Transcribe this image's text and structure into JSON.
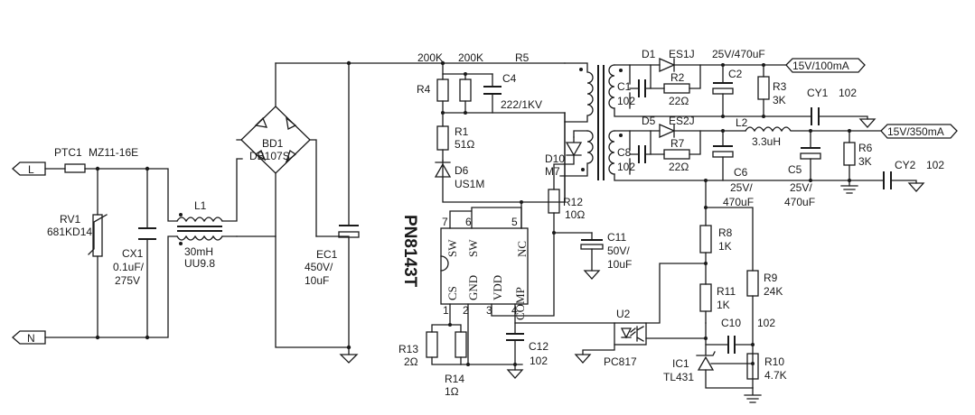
{
  "ptc": {
    "ref": "PTC1",
    "value": "MZ11-16E"
  },
  "terminals": {
    "line": "L",
    "neutral": "N"
  },
  "rv1": {
    "ref": "RV1",
    "value": "681KD14"
  },
  "cx1": {
    "ref": "CX1",
    "value1": "0.1uF/",
    "value2": "275V"
  },
  "l1": {
    "ref": "L1",
    "value1": "30mH",
    "value2": "UU9.8"
  },
  "bd1": {
    "ref": "BD1",
    "value": "DB107S"
  },
  "ec1": {
    "ref": "EC1",
    "value1": "450V/",
    "value2": "10uF"
  },
  "r4": {
    "ref": "R4",
    "value": "200K"
  },
  "r1": {
    "ref": "R1",
    "value": "51Ω"
  },
  "r5": {
    "ref": "R5",
    "value": "200K"
  },
  "c4": {
    "ref": "C4",
    "value": "222/1KV"
  },
  "d6": {
    "ref": "D6",
    "value": "US1M"
  },
  "d10": {
    "ref": "D10",
    "value": "M7"
  },
  "r12": {
    "ref": "R12",
    "value": "10Ω"
  },
  "c11": {
    "ref": "C11",
    "value1": "50V/",
    "value2": "10uF"
  },
  "ic": {
    "name": "PN8143T",
    "pins": [
      "SW",
      "SW",
      "NC",
      "CS",
      "GND",
      "VDD",
      "COMP"
    ],
    "pin_numbers": [
      "7",
      "6",
      "5",
      "1",
      "2",
      "3",
      "4"
    ]
  },
  "r13": {
    "ref": "R13",
    "value": "2Ω"
  },
  "r14": {
    "ref": "R14",
    "value": "1Ω"
  },
  "c12": {
    "ref": "C12",
    "value": "102"
  },
  "d1": {
    "ref": "D1",
    "value": "ES1J"
  },
  "c2": {
    "ref": "C2",
    "value": "25V/470uF"
  },
  "c1": {
    "ref": "C1",
    "value": "102"
  },
  "r2": {
    "ref": "R2",
    "value": "22Ω"
  },
  "r3": {
    "ref": "R3",
    "value": "3K"
  },
  "out1": "15V/100mA",
  "cy1": {
    "ref": "CY1",
    "value": "102"
  },
  "d5": {
    "ref": "D5",
    "value": "ES2J"
  },
  "l2": {
    "ref": "L2",
    "value": "3.3uH"
  },
  "out2": "15V/350mA",
  "c8": {
    "ref": "C8",
    "value": "102"
  },
  "r7": {
    "ref": "R7",
    "value": "22Ω"
  },
  "c6": {
    "ref": "C6",
    "value1": "25V/",
    "value2": "470uF"
  },
  "c5": {
    "ref": "C5",
    "value1": "25V/",
    "value2": "470uF"
  },
  "r6": {
    "ref": "R6",
    "value": "3K"
  },
  "cy2": {
    "ref": "CY2",
    "value": "102"
  },
  "r8": {
    "ref": "R8",
    "value": "1K"
  },
  "r9": {
    "ref": "R9",
    "value": "24K"
  },
  "r11": {
    "ref": "R11",
    "value": "1K"
  },
  "c10": {
    "ref": "C10",
    "value": "102"
  },
  "u2": {
    "ref": "U2",
    "value": "PC817"
  },
  "ic1": {
    "ref": "IC1",
    "value": "TL431"
  },
  "r10": {
    "ref": "R10",
    "value": "4.7K"
  }
}
